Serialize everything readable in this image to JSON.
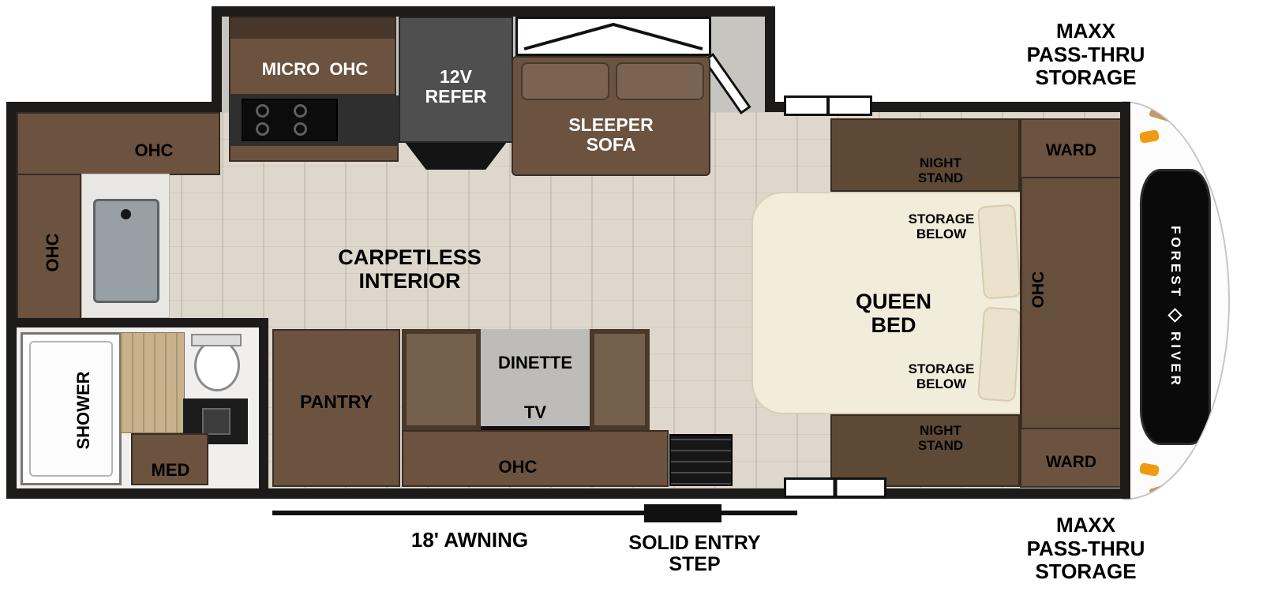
{
  "plan": {
    "storage_front_top": "MAXX\nPASS-THRU\nSTORAGE",
    "storage_front_bottom": "MAXX\nPASS-THRU\nSTORAGE",
    "awning": "18' AWNING",
    "entry_step": "SOLID ENTRY\nSTEP",
    "interior": "CARPETLESS\nINTERIOR"
  },
  "brand": {
    "first": "FOREST",
    "last": "RIVER"
  },
  "kitchen": {
    "micro_ohc": "MICRO  OHC",
    "refer": "12V\nREFER",
    "ohc_top": "OHC",
    "ohc_side": "OHC"
  },
  "living": {
    "sofa": "SLEEPER\nSOFA",
    "pantry": "PANTRY",
    "dinette": "DINETTE",
    "tv": "TV",
    "ohc": "OHC"
  },
  "bathroom": {
    "shower": "SHOWER",
    "med": "MED"
  },
  "bedroom": {
    "bed": "QUEEN\nBED",
    "night_stand_top": "NIGHT\nSTAND",
    "night_stand_bottom": "NIGHT\nSTAND",
    "storage_below_top": "STORAGE\nBELOW",
    "storage_below_bottom": "STORAGE\nBELOW",
    "ward_top": "WARD",
    "ward_bottom": "WARD",
    "ohc": "OHC"
  },
  "colors": {
    "wall": "#1d1b19",
    "cabinet": "#6b5340",
    "bed": "#f2ecdb",
    "marker_amber": "#ef9a10"
  }
}
